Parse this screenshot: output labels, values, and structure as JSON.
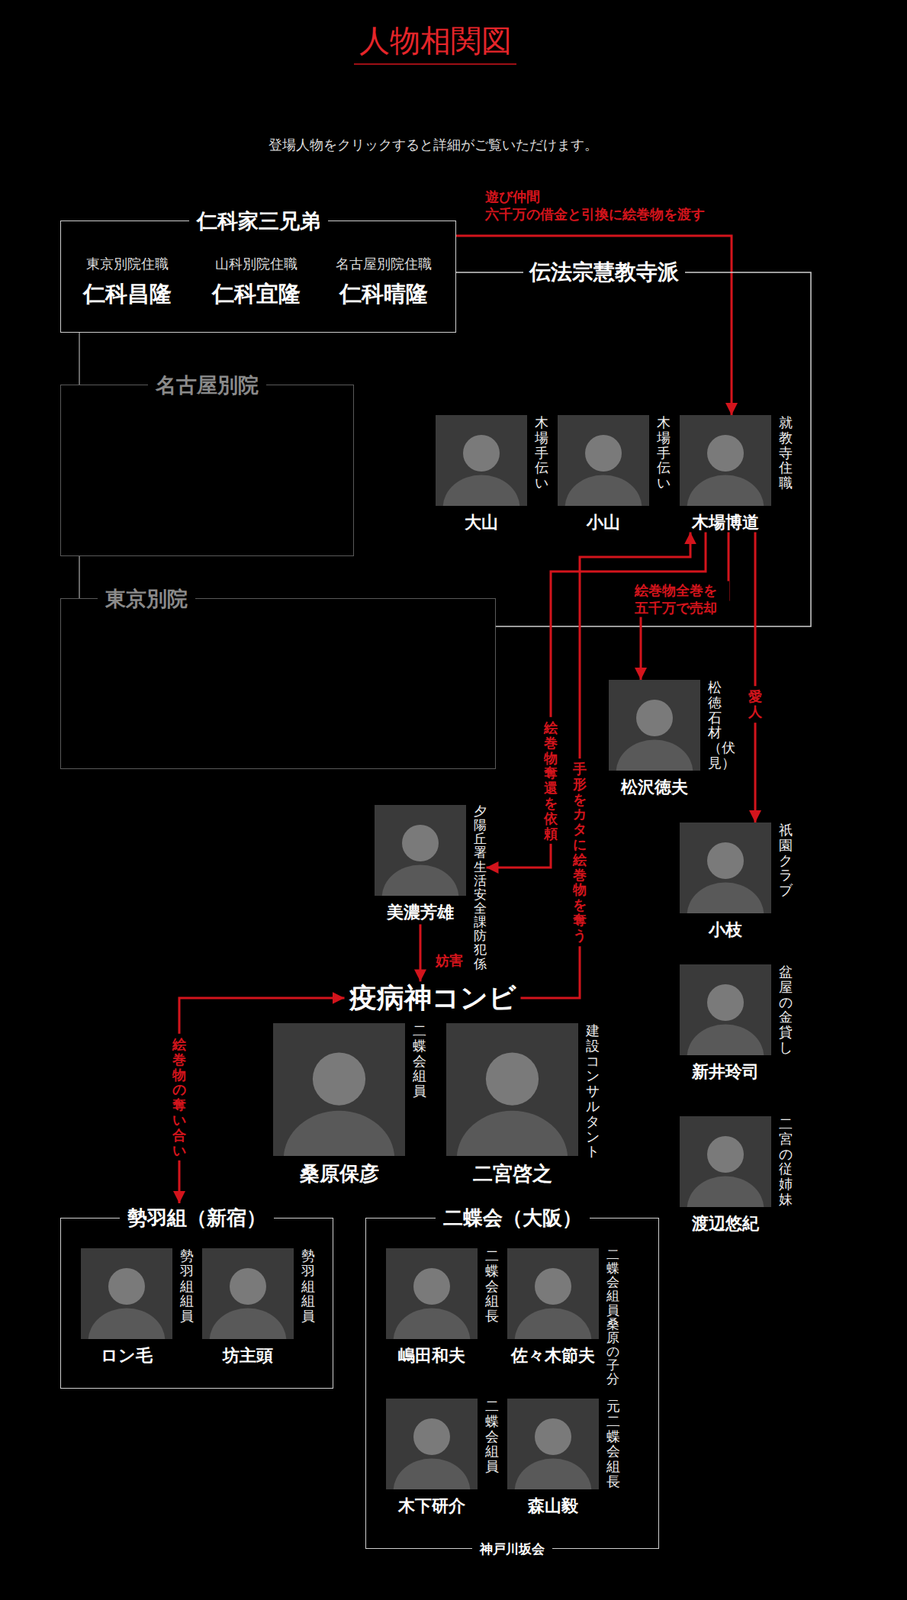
{
  "diagram": {
    "title": "人物相関図",
    "nodes": [
      {
        "text": [
          "仁科家三兄弟"
        ]
      },
      {
        "text": [
          "名古屋別院"
        ]
      },
      {
        "text": [
          "東京別院"
        ]
      },
      {
        "text": [
          "大山",
          "木場手伝い"
        ]
      },
      {
        "text": [
          "小山",
          "木場手伝い"
        ]
      },
      {
        "text": [
          "木場博道",
          "就教寺住職"
        ]
      },
      {
        "text": [
          "松沢徳夫",
          "松徳石材（伏見）"
        ]
      },
      {
        "text": [
          "小枝",
          "祇園クラブ"
        ]
      },
      {
        "text": [
          "美濃芳雄",
          "夕陽丘署生活 安全課防犯係"
        ]
      },
      {
        "text": [
          "新井玲司",
          "盆屋の金貸し"
        ]
      },
      {
        "text": [
          "渡辺悠紀",
          "二宮の従姉妹"
        ]
      },
      {
        "text": [
          "疫病神コンビ"
        ]
      },
      {
        "text": [
          "桑原保彦",
          "二蝶会組員"
        ]
      },
      {
        "text": [
          "二宮啓之",
          "建設コンサルタント"
        ]
      },
      {
        "text": [
          "勢羽組（新宿）"
        ]
      },
      {
        "text": [
          "ロン毛",
          "勢羽組組員"
        ],
        "in": 14
      },
      {
        "text": [
          "坊主頭",
          "勢羽組組員"
        ],
        "in": 14
      },
      {
        "text": [
          "二蝶会（大阪）",
          "神戸川坂会"
        ]
      },
      {
        "text": [
          "嶋田和夫",
          "二蝶会組長"
        ],
        "in": 17
      },
      {
        "text": [
          "佐々木節夫",
          "二蝶会組員 桑原の子分"
        ],
        "in": 17
      },
      {
        "text": [
          "木下研介",
          "二蝶会組員"
        ],
        "in": 17
      },
      {
        "text": [
          "森山毅",
          "元二蝶会組長"
        ],
        "in": 17
      }
    ],
    "edges": [
      {
        "from": 0,
        "to": 5,
        "label": "遊び仲間 六千万の借金と引換に絵巻物を渡す",
        "arrow": "to"
      },
      {
        "from": 0,
        "to": 2,
        "label": "伝法宗慧教寺派",
        "arrow": "none"
      },
      {
        "from": 0,
        "to": 1,
        "arrow": "none"
      },
      {
        "from": 1,
        "to": 2,
        "arrow": "none"
      },
      {
        "from": 5,
        "to": 8,
        "label": "絵巻物奪還を依頼",
        "arrow": "to"
      },
      {
        "from": 5,
        "to": 6,
        "label": "絵巻物全巻を 五千万で売却",
        "arrow": "to"
      },
      {
        "from": 5,
        "to": 7,
        "label": "愛人",
        "arrow": "to"
      },
      {
        "from": 11,
        "to": 5,
        "label": "手形をカタに絵巻物を奪う",
        "arrow": "to"
      },
      {
        "from": 8,
        "to": 11,
        "label": "妨害",
        "arrow": "to"
      },
      {
        "from": 11,
        "to": 14,
        "label": "絵巻物の奪い合い",
        "arrow": "both"
      }
    ],
    "labels": [
      "登場人物をクリックすると詳細がご覧いただけます。",
      "東京別院住職",
      "仁科昌隆",
      "山科別院住職",
      "仁科宜隆",
      "名古屋別院住職",
      "仁科晴隆"
    ]
  }
}
